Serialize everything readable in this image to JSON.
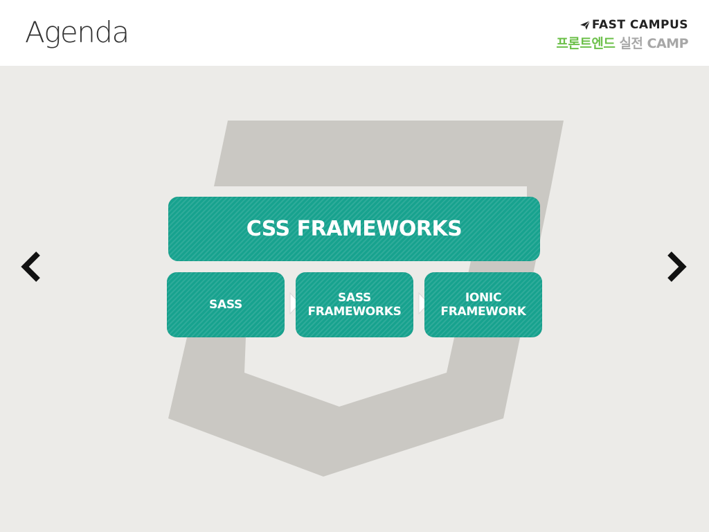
{
  "header": {
    "title": "Agenda",
    "brand": {
      "name": "FAST CAMPUS",
      "subtitle_green": "프론트엔드",
      "subtitle_gray": "실전 CAMP"
    }
  },
  "diagram": {
    "main": "CSS FRAMEWORKS",
    "steps": [
      {
        "label": "SASS"
      },
      {
        "label": "SASS\nFRAMEWORKS"
      },
      {
        "label": "IONIC\nFRAMEWORK"
      }
    ]
  },
  "icons": {
    "prev": "chevron-left-icon",
    "next": "chevron-right-icon",
    "background": "css3-logo-icon",
    "brand": "paper-plane-icon"
  },
  "colors": {
    "accent_teal": "#17a28e",
    "brand_green": "#6cc04a",
    "background": "#ecebe8",
    "shield_gray": "#cac8c3"
  }
}
